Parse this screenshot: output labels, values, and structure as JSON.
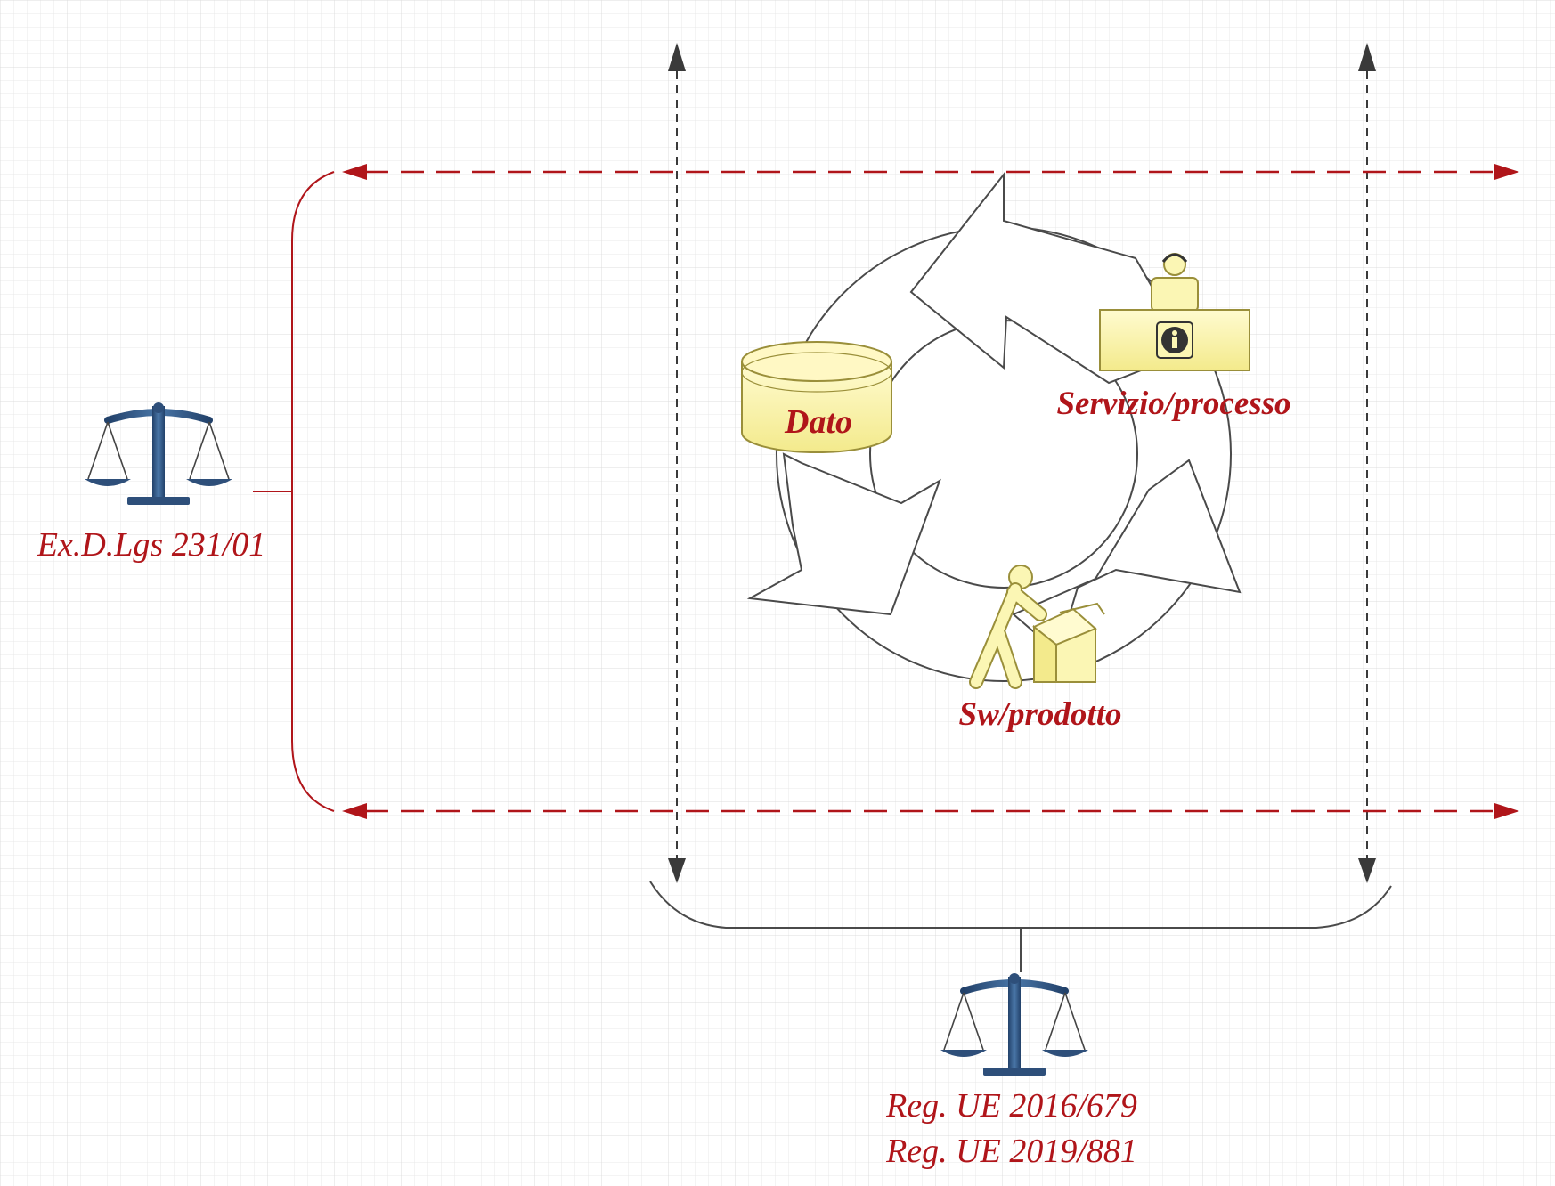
{
  "labels": {
    "dato": "Dato",
    "servizio": "Servizio/processo",
    "sw": "Sw/prodotto",
    "law_left": "Ex.D.Lgs 231/01",
    "law_bottom_1": "Reg. UE 2016/679",
    "law_bottom_2": "Reg. UE 2019/881"
  },
  "icons": {
    "scales": "scales-of-justice-icon",
    "database": "database-cylinder-icon",
    "helpdesk": "helpdesk-operator-icon",
    "worker": "worker-with-box-icon",
    "info": "info-icon"
  },
  "colors": {
    "grid": "#e6e6e6",
    "accent_red": "#b0151a",
    "arrow_dark": "#3a3a3a",
    "cycle_fill": "#ffffff",
    "cycle_stroke": "#4a4a4a",
    "icon_yellow": "#fbf6b4",
    "icon_yellow_stroke": "#9a8f3a",
    "scales_blue": "#2e4f7a"
  }
}
